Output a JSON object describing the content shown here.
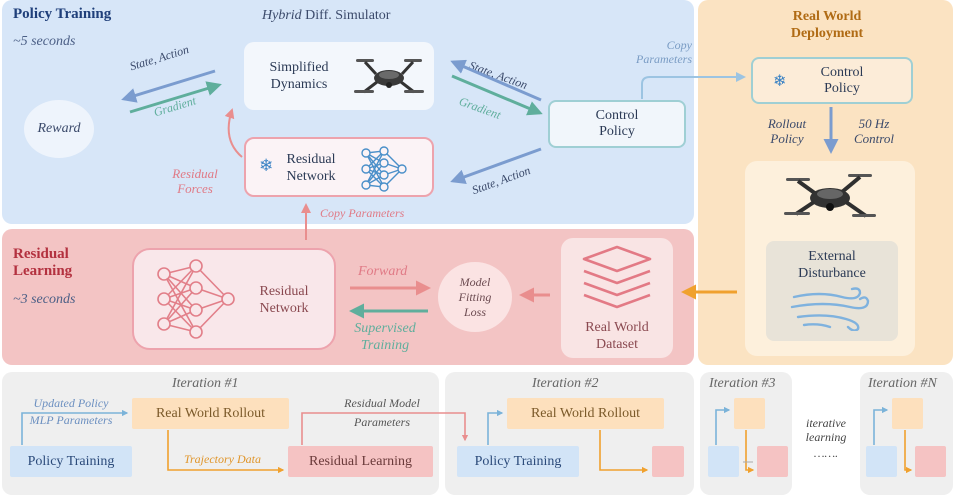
{
  "policy_training": {
    "title": "Policy Training",
    "time": "~5 seconds",
    "simulator_prefix": "Hybrid",
    "simulator_rest": " Diff. Simulator",
    "reward": "Reward",
    "state_action_top": "State, Action",
    "gradient_left": "Gradient",
    "simplified_line1": "Simplified",
    "simplified_line2": "Dynamics",
    "residual_line1": "Residual",
    "residual_line2": "Network",
    "residual_forces_line1": "Residual",
    "residual_forces_line2": "Forces",
    "state_action_right": "State, Action",
    "gradient_right": "Gradient",
    "state_action_bottom": "State, Action",
    "control_line1": "Control",
    "control_line2": "Policy",
    "copy_parameters_top_line1": "Copy",
    "copy_parameters_top_line2": "Parameters",
    "copy_parameters_bottom": "Copy Parameters"
  },
  "deployment": {
    "title_line1": "Real World",
    "title_line2": "Deployment",
    "control_line1": "Control",
    "control_line2": "Policy",
    "rollout_line1": "Rollout",
    "rollout_line2": "Policy",
    "hz_line1": "50 Hz",
    "hz_line2": "Control",
    "disturbance_line1": "External",
    "disturbance_line2": "Disturbance"
  },
  "residual_learning": {
    "title_line1": "Residual",
    "title_line2": "Learning",
    "time": "~3 seconds",
    "network_line1": "Residual",
    "network_line2": "Network",
    "forward": "Forward",
    "supervised_line1": "Supervised",
    "supervised_line2": "Training",
    "loss_line1": "Model",
    "loss_line2": "Fitting",
    "loss_line3": "Loss",
    "dataset_line1": "Real World",
    "dataset_line2": "Dataset"
  },
  "iterations": {
    "iter1": "Iteration #1",
    "iter2": "Iteration #2",
    "iter3": "Iteration #3",
    "iterN": "Iteration #N",
    "updated_policy_line1": "Updated Policy",
    "updated_policy_line2": "MLP Parameters",
    "rollout": "Real World Rollout",
    "policy_training": "Policy Training",
    "trajectory_data": "Trajectory Data",
    "residual_model_line1": "Residual Model",
    "residual_model_line2": "Parameters",
    "residual_learning": "Residual Learning",
    "rollout2": "Real World Rollout",
    "policy_training2": "Policy Training",
    "iterative_line1": "iterative",
    "iterative_line2": "learning",
    "dots": "……."
  },
  "colors": {
    "blue_panel": "#d7e6f8",
    "orange_panel": "#fbe3c2",
    "red_panel": "#f3c4c4",
    "gray_panel": "#efefef",
    "teal": "#5fae9c",
    "blue_arrow": "#7b9ccf",
    "red_arrow": "#e98e8e",
    "orange_arrow": "#f0a12e"
  },
  "icons": [
    "drone-icon",
    "snowflake-icon",
    "neural-network-icon",
    "dataset-stack-icon",
    "wind-icon"
  ]
}
